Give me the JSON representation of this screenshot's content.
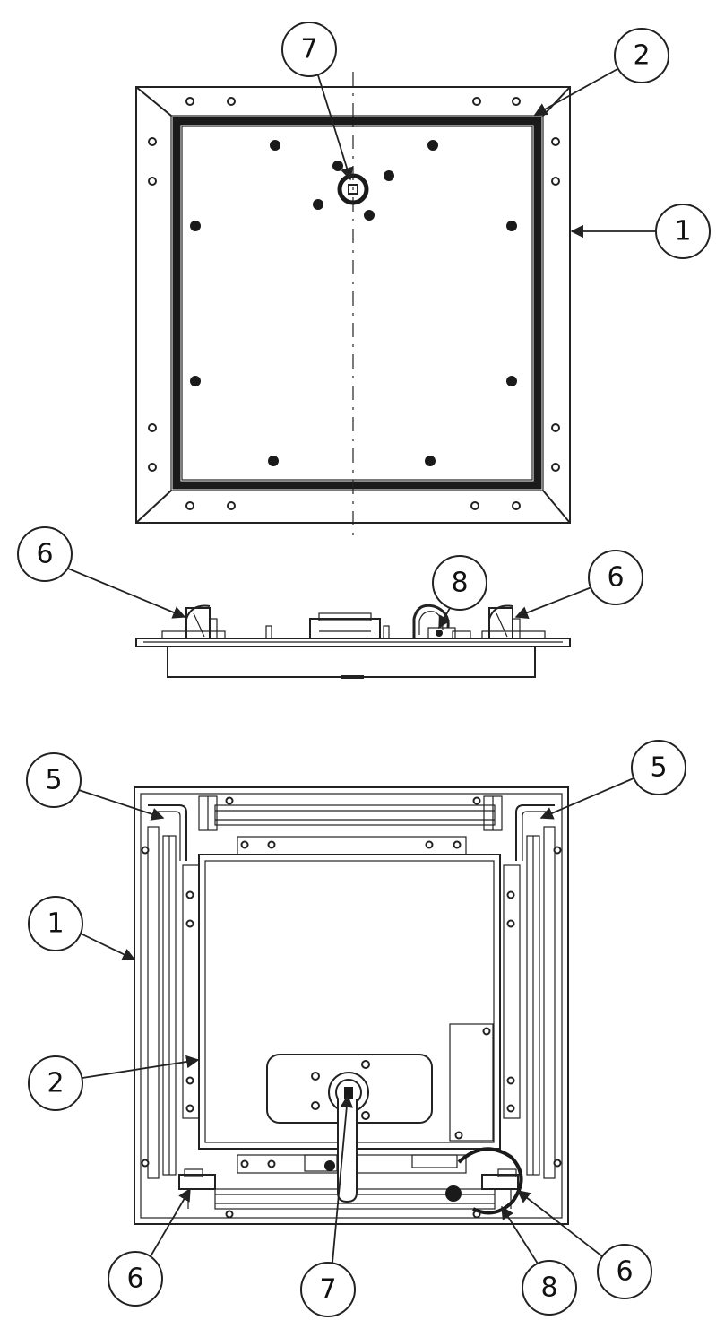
{
  "callouts": {
    "top_1": "1",
    "top_2": "2",
    "top_7": "7",
    "side_6_left": "6",
    "side_8": "8",
    "side_6_right": "6",
    "bottom_5_left": "5",
    "bottom_5_right": "5",
    "bottom_1": "1",
    "bottom_2": "2",
    "bottom_6_left": "6",
    "bottom_7": "7",
    "bottom_8": "8",
    "bottom_6_right": "6"
  },
  "colors": {
    "line": "#222222",
    "background": "#ffffff"
  }
}
